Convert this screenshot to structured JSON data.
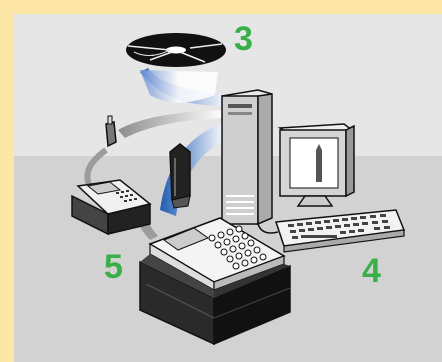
{
  "labels": {
    "disc_number": "3",
    "pc_number": "4",
    "device_number": "5"
  },
  "colors": {
    "frame": "#fde6a6",
    "panel_top": "#e6e6e6",
    "panel_bottom": "#d2d2d2",
    "number_green": "#3aae48",
    "flow_blue": "#1f5fb4",
    "flow_grey": "#a8a8a8",
    "outline": "#111111"
  },
  "icons": [
    "cd-disc-icon",
    "computer-tower-icon",
    "monitor-icon",
    "keyboard-icon",
    "usb-stick-icon",
    "small-printer-device-icon",
    "large-keypad-device-icon",
    "data-key-icon"
  ]
}
